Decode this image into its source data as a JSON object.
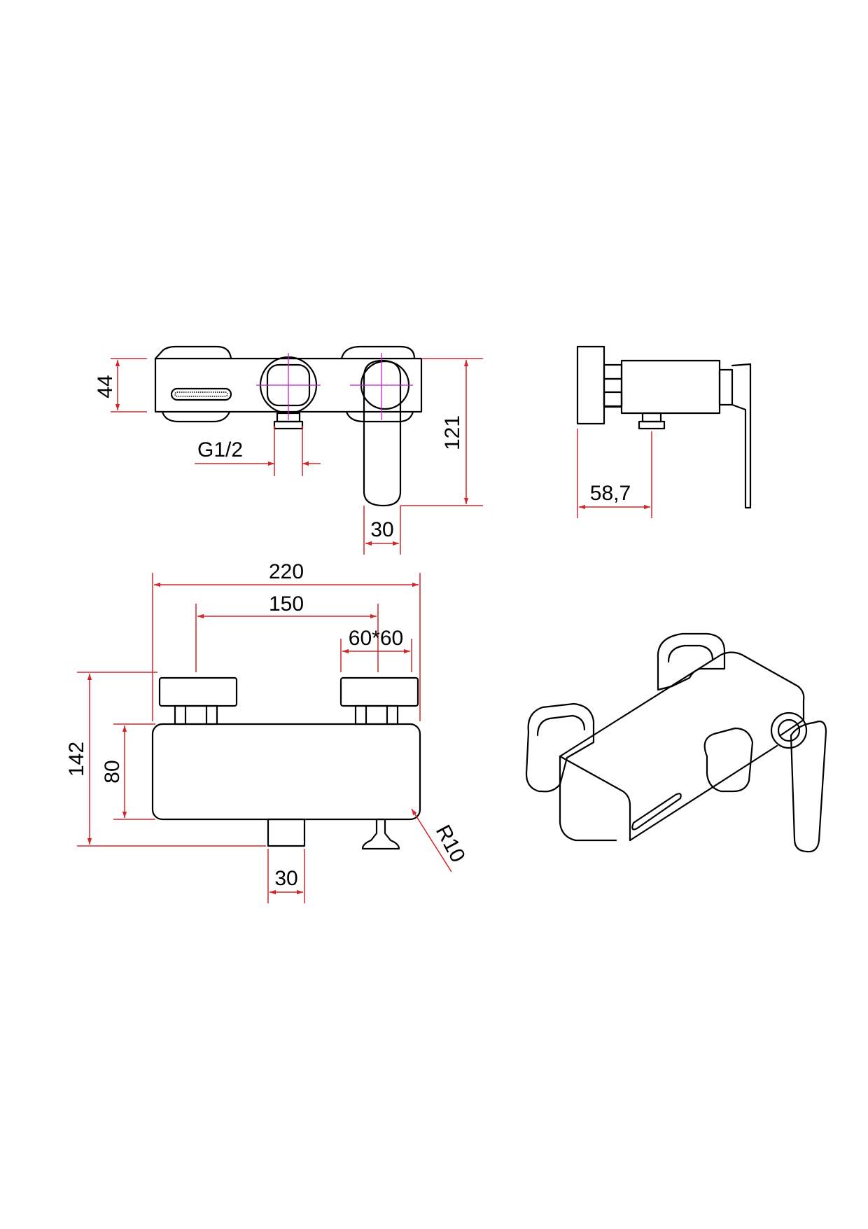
{
  "colors": {
    "outline": "#000000",
    "dimension": "#d3262b",
    "centerline": "#c51fd0"
  },
  "dimensions": {
    "top_height": "44",
    "thread": "G1/2",
    "top_lever_width": "30",
    "total_depth": "121",
    "side_depth": "58,7",
    "total_width": "220",
    "center_distance": "150",
    "flange_size": "60*60",
    "total_height": "142",
    "body_height": "80",
    "outlet_width": "30",
    "corner_radius": "R10"
  }
}
